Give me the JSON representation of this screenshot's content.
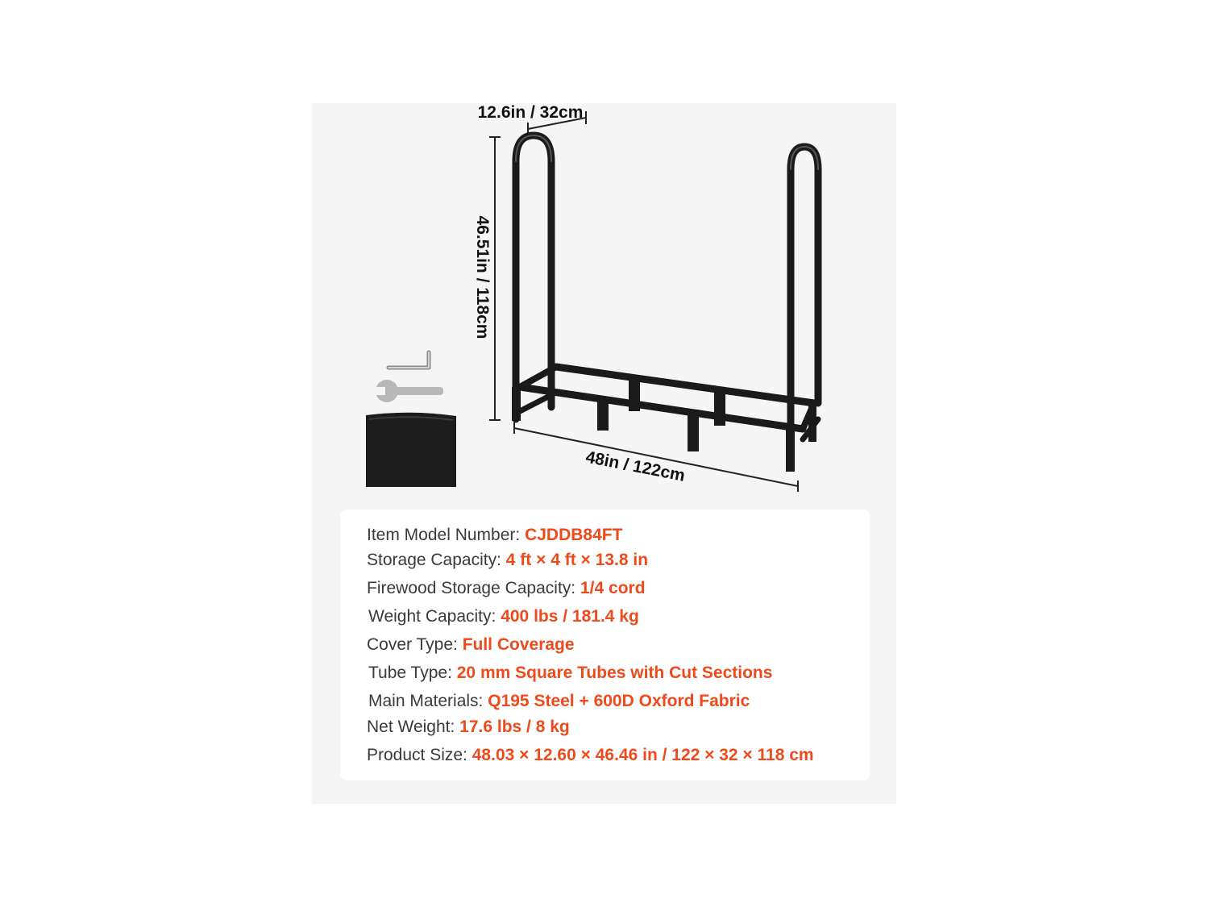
{
  "dimensions": {
    "depth": "12.6in / 32cm",
    "height": "46.51in / 118cm",
    "width": "48in / 122cm"
  },
  "accessories": {
    "items": [
      "hex-key",
      "wrench",
      "cover"
    ]
  },
  "specs": [
    {
      "label": "Item Model Number:",
      "value": "CJDDB84FT"
    },
    {
      "label": "Storage Capacity:",
      "value": "4 ft × 4 ft × 13.8 in"
    },
    {
      "label": "Firewood Storage Capacity:",
      "value": "1/4 cord"
    },
    {
      "label": "Weight Capacity:",
      "value": "400 lbs / 181.4 kg"
    },
    {
      "label": "Cover Type:",
      "value": "Full Coverage"
    },
    {
      "label": "Tube Type:",
      "value": "20 mm Square Tubes with Cut Sections"
    },
    {
      "label": "Main Materials:",
      "value": "Q195 Steel + 600D Oxford Fabric"
    },
    {
      "label": "Net Weight:",
      "value": "17.6 lbs / 8 kg"
    },
    {
      "label": "Product Size:",
      "value": "48.03 × 12.60 × 46.46 in / 122 × 32 × 118 cm"
    }
  ],
  "colors": {
    "accent": "#ee4a1b",
    "label": "#3a3a3a",
    "rack": "#1a1a1a",
    "panel": "#f5f5f5"
  }
}
